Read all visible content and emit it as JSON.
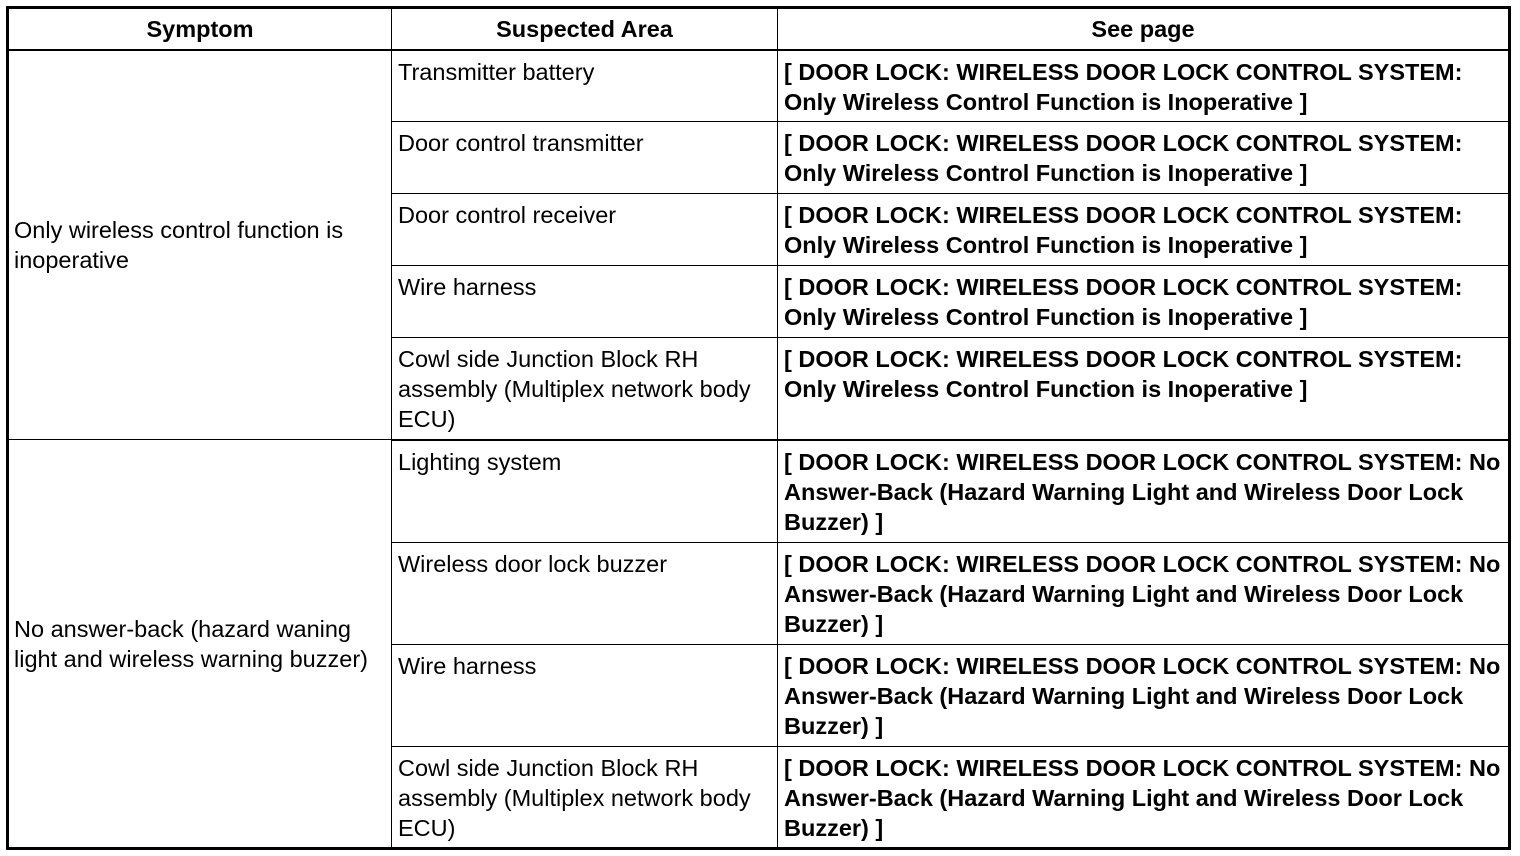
{
  "header": {
    "symptom": "Symptom",
    "suspected_area": "Suspected Area",
    "see_page": "See page"
  },
  "groups": [
    {
      "symptom": "Only wireless control function is inoperative",
      "rows": [
        {
          "area": "Transmitter battery",
          "page": "[ DOOR LOCK: WIRELESS DOOR LOCK CONTROL SYSTEM: Only Wireless Control Function is Inoperative ]"
        },
        {
          "area": "Door control transmitter",
          "page": "[ DOOR LOCK: WIRELESS DOOR LOCK CONTROL SYSTEM: Only Wireless Control Function is Inoperative ]"
        },
        {
          "area": "Door control receiver",
          "page": "[ DOOR LOCK: WIRELESS DOOR LOCK CONTROL SYSTEM: Only Wireless Control Function is Inoperative ]"
        },
        {
          "area": "Wire harness",
          "page": "[ DOOR LOCK: WIRELESS DOOR LOCK CONTROL SYSTEM: Only Wireless Control Function is Inoperative ]"
        },
        {
          "area": "Cowl side Junction Block RH assembly (Multiplex network body ECU)",
          "page": "[ DOOR LOCK: WIRELESS DOOR LOCK CONTROL SYSTEM: Only Wireless Control Function is Inoperative ]"
        }
      ]
    },
    {
      "symptom": "No answer-back (hazard waning light and wireless warning buzzer)",
      "rows": [
        {
          "area": "Lighting system",
          "page": "[ DOOR LOCK: WIRELESS DOOR LOCK CONTROL SYSTEM: No Answer-Back (Hazard Warning Light and Wireless Door Lock Buzzer) ]"
        },
        {
          "area": "Wireless door lock buzzer",
          "page": "[ DOOR LOCK: WIRELESS DOOR LOCK CONTROL SYSTEM: No Answer-Back (Hazard Warning Light and Wireless Door Lock Buzzer) ]"
        },
        {
          "area": "Wire harness",
          "page": "[ DOOR LOCK: WIRELESS DOOR LOCK CONTROL SYSTEM: No Answer-Back (Hazard Warning Light and Wireless Door Lock Buzzer) ]"
        },
        {
          "area": "Cowl side Junction Block RH assembly (Multiplex network body ECU)",
          "page": "[ DOOR LOCK: WIRELESS DOOR LOCK CONTROL SYSTEM: No Answer-Back (Hazard Warning Light and Wireless Door Lock Buzzer) ]"
        }
      ]
    }
  ]
}
